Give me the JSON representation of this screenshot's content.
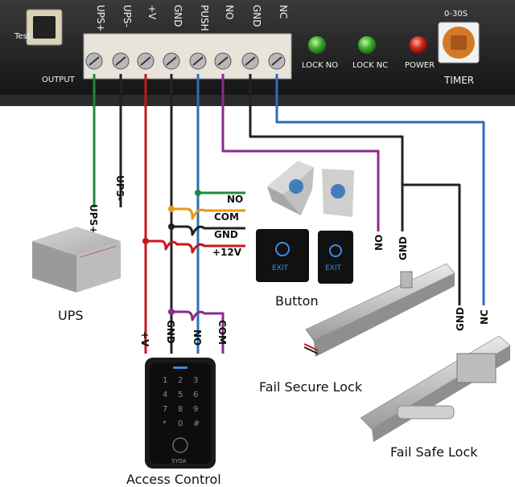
{
  "panel": {
    "test_label": "Test",
    "output_label": "OUTPUT",
    "terminals": [
      "UPS+",
      "UPS-",
      "+V",
      "GND",
      "PUSH",
      "NO",
      "GND",
      "NC"
    ],
    "lock_no_label": "LOCK NO",
    "lock_nc_label": "LOCK NC",
    "power_label": "POWER",
    "timer_range": "0-30S",
    "timer_label": "TIMER"
  },
  "colors": {
    "green": "#1e8a3a",
    "black": "#222222",
    "red": "#c8171e",
    "blue": "#2a6fb8",
    "purple": "#8b2a8f",
    "orange": "#e69a10"
  },
  "wires": {
    "ups_plus": "UPS+",
    "ups_minus": "UPS-",
    "button_no": "NO",
    "button_com": "COM",
    "button_gnd": "GND",
    "button_12v": "+12V",
    "ac_v": "+V",
    "ac_gnd": "GND",
    "ac_no": "NO",
    "ac_com": "COM",
    "fsec_no": "NO",
    "fsec_gnd": "GND",
    "fsafe_gnd": "GND",
    "fsafe_nc": "NC"
  },
  "devices": {
    "ups": "UPS",
    "button": "Button",
    "exit_label": "EXIT",
    "fail_secure": "Fail Secure Lock",
    "fail_safe": "Fail Safe Lock",
    "access_control": "Access Control",
    "keypad_keys": [
      "1",
      "2",
      "3",
      "4",
      "5",
      "6",
      "7",
      "8",
      "9",
      "*",
      "0",
      "#"
    ],
    "keypad_brand": "SYOA"
  }
}
